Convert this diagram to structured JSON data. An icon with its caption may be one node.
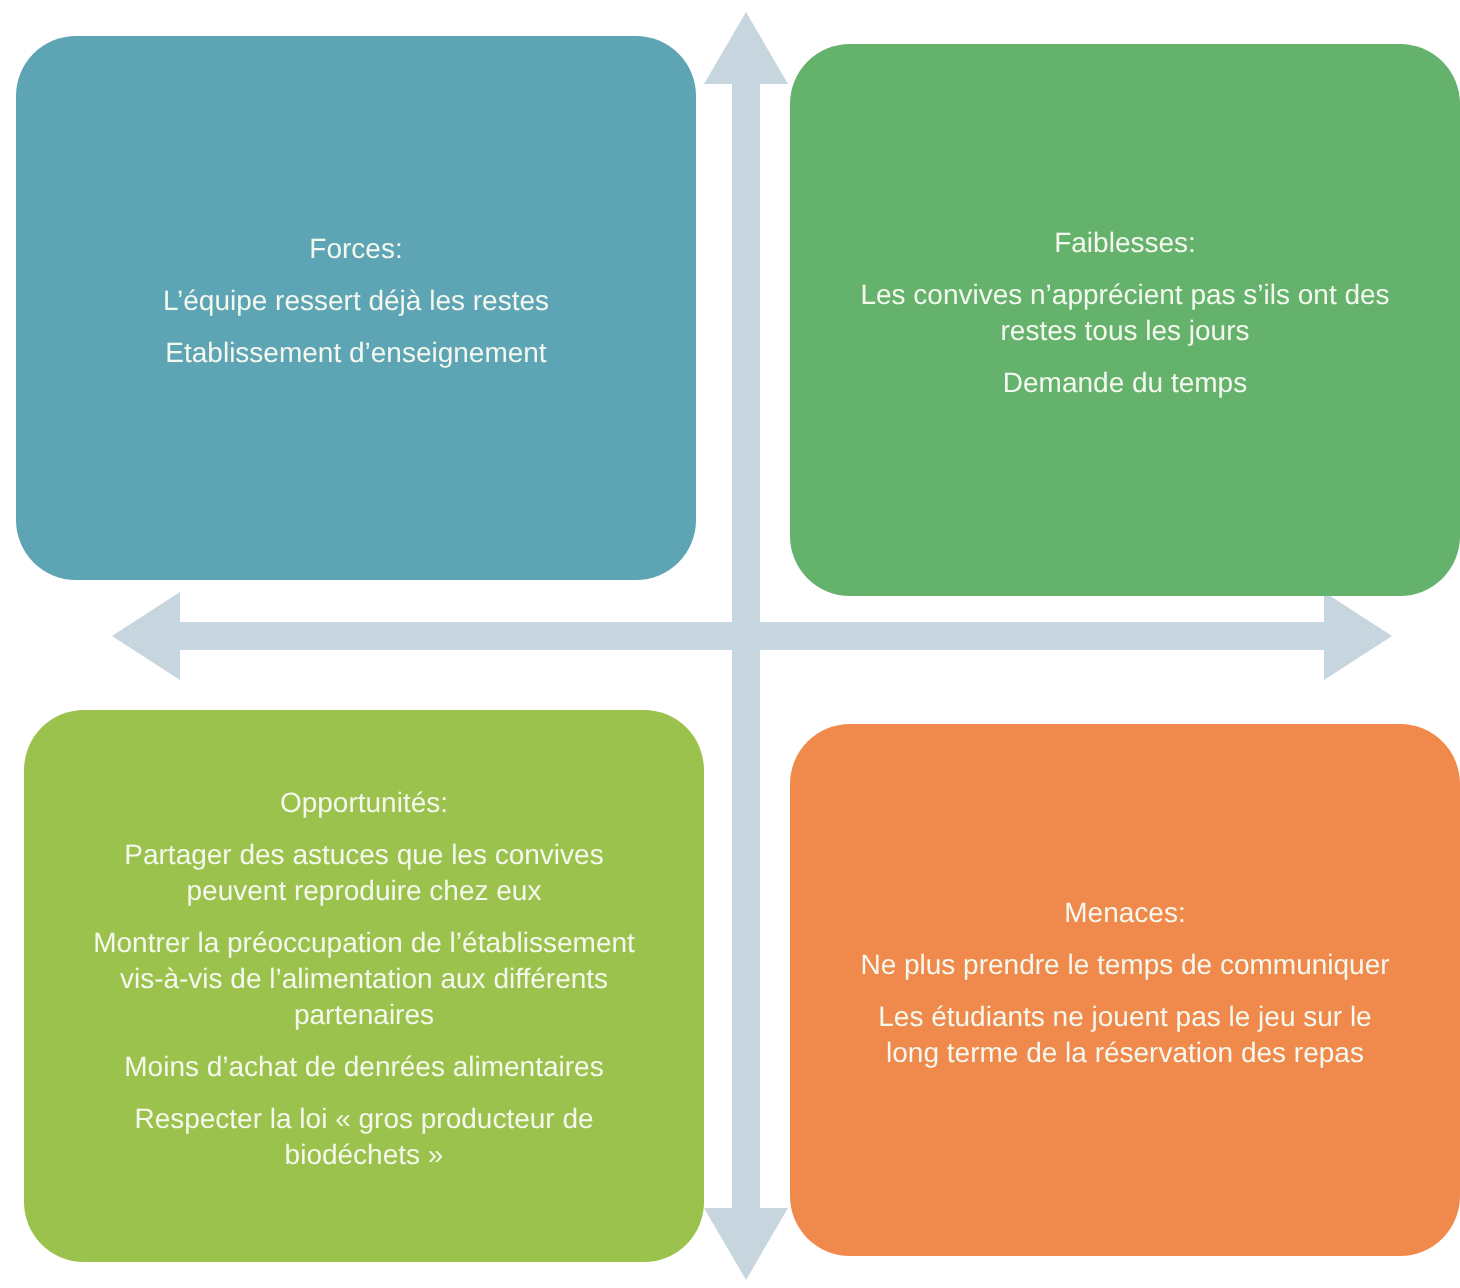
{
  "diagram": {
    "nodes": [
      {
        "text": [
          "Forces:",
          "L’équipe ressert déjà les restes",
          "Etablissement d’enseignement"
        ]
      },
      {
        "text": [
          "Faiblesses:",
          "Les convives n’apprécient pas s’ils ont des restes tous les jours",
          "Demande du temps"
        ]
      },
      {
        "text": [
          "Opportunités:",
          "Partager des astuces que les convives peuvent reproduire chez eux",
          "Montrer la préoccupation de l’établissement vis-à-vis de l’alimentation aux différents partenaires",
          "Moins d’achat de denrées alimentaires",
          "Respecter la loi « gros producteur de biodéchets »"
        ]
      },
      {
        "text": [
          "Menaces:",
          "Ne plus prendre le temps de communiquer",
          "Les étudiants ne jouent pas le jeu sur le long terme de la réservation des repas"
        ]
      }
    ]
  }
}
